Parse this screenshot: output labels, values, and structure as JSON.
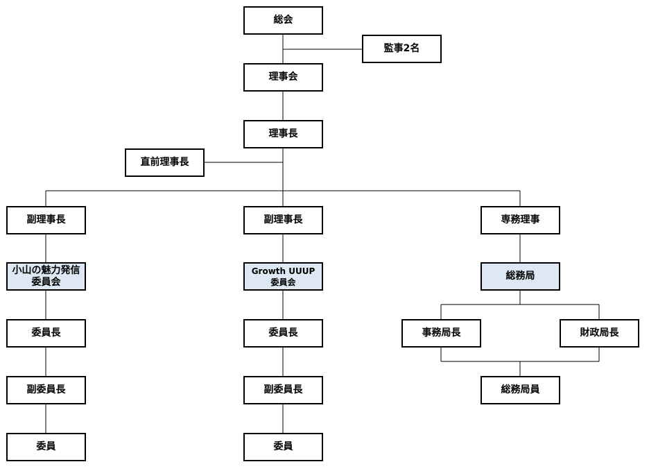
{
  "colors": {
    "box_border": "#000000",
    "box_fill": "#ffffff",
    "highlight_fill": "#dde8f4",
    "line": "#000000"
  },
  "nodes": {
    "general_assembly": "総会",
    "auditors": "監事2名",
    "board": "理事会",
    "chairman": "理事長",
    "former_chairman": "直前理事長",
    "vice_chairman_left": "副理事長",
    "vice_chairman_center": "副理事長",
    "executive_director": "専務理事",
    "committee_left": "小山の魅力発信\n委員会",
    "committee_center": "Growth UUUP\n委員会",
    "secretariat": "総務局",
    "committee_chair_left": "委員長",
    "committee_chair_center": "委員長",
    "secretariat_head": "事務局長",
    "finance_head": "財政局長",
    "vice_committee_chair_left": "副委員長",
    "vice_committee_chair_center": "副委員長",
    "secretariat_staff": "総務局員",
    "member_left": "委員",
    "member_center": "委員"
  }
}
